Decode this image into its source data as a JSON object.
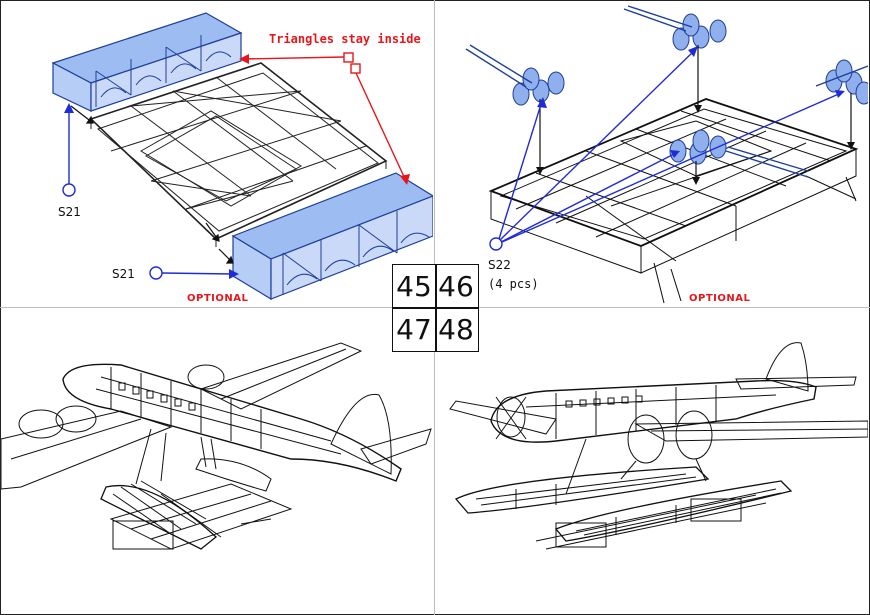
{
  "annotations": {
    "triangles_note": "Triangles stay inside",
    "optional_left": "OPTIONAL",
    "optional_right": "OPTIONAL"
  },
  "parts": {
    "s21_a": "S21",
    "s21_b": "S21",
    "s22": "S22",
    "s22_qty": "(4 pcs)"
  },
  "steps": {
    "step_45": "45",
    "step_46": "46",
    "step_47": "47",
    "step_48": "48"
  },
  "colors": {
    "callout_red": "#e8161b",
    "part_blue": "#1f2bd6",
    "highlight_blue": "#9dbcf2",
    "line_art": "#111111"
  }
}
